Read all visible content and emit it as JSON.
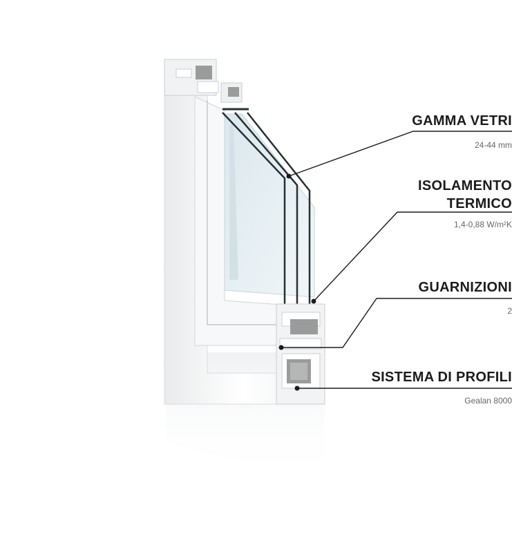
{
  "labels": [
    {
      "id": "gamma-vetri",
      "title": "GAMMA VETRI",
      "value": "24-44 mm"
    },
    {
      "id": "isolamento-termico",
      "title": "ISOLAMENTO\nTERMICO",
      "value": "1,4-0,88 W/m²K"
    },
    {
      "id": "guarnizioni",
      "title": "GUARNIZIONI",
      "value": "2"
    },
    {
      "id": "sistema-di-profili",
      "title": "SISTEMA DI PROFILI",
      "value": "Gealan 8000"
    }
  ],
  "colors": {
    "text": "#1b1b1b",
    "value_text": "#666666",
    "frame_white": "#f4f5f6",
    "glass": "#e4eef3",
    "pane_edge": "#243033",
    "steel_core": "#9a9c9c"
  }
}
